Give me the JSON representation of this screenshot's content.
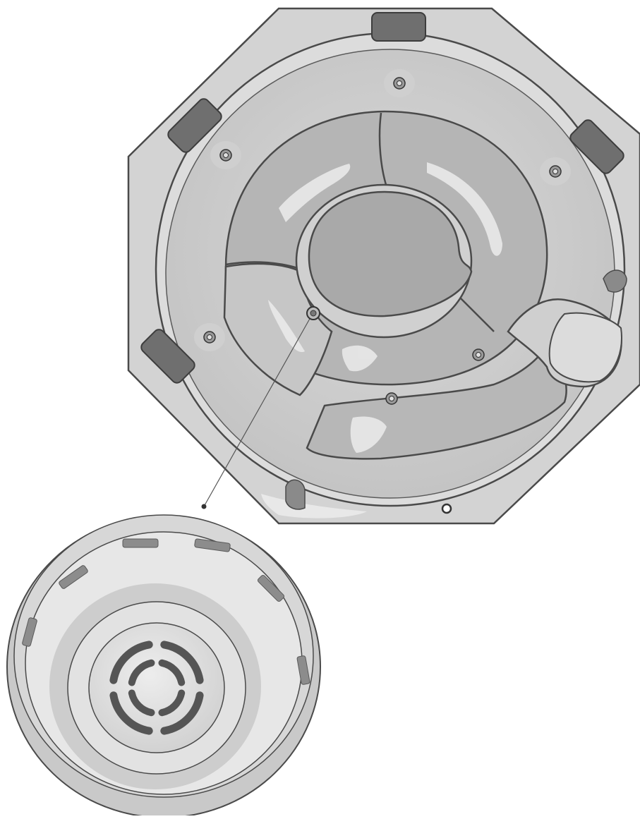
{
  "diagram": {
    "subject": "spa-tub-top-view-with-drain-detail",
    "palette": {
      "background": "#ffffff",
      "outline": "#4a4a4a",
      "shell": "#d4d4d4",
      "rim": "#dcdcdc",
      "interior": "#c9c9c9",
      "seat_dark": "#a6a6a6",
      "seat_mid": "#b6b6b6",
      "pillow": "#6f6f6f",
      "highlight": "#ececec",
      "drain_face": "#e6e6e6",
      "drain_slot": "#555555"
    },
    "parts": {
      "jets": 8,
      "pillows": 4,
      "seats": 5,
      "drain_slot_rings": 2,
      "callouts": 1
    }
  }
}
